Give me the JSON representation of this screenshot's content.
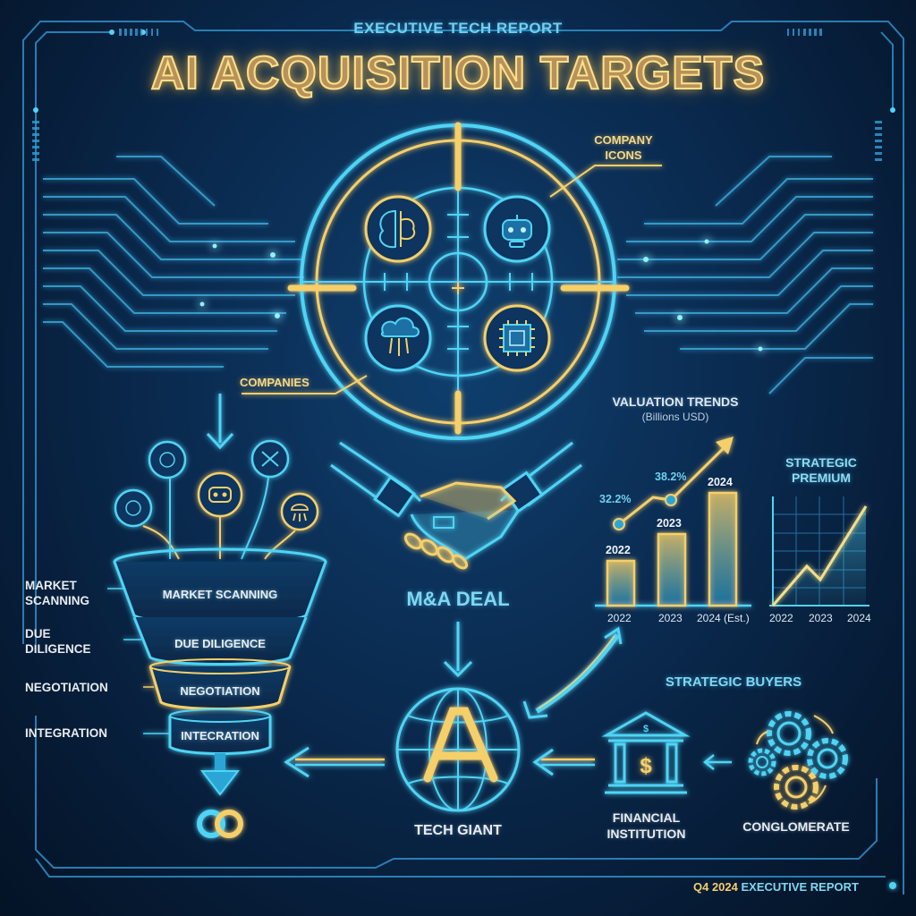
{
  "header": {
    "subtitle": "EXECUTIVE TECH REPORT",
    "title": "AI ACQUISITION TARGETS"
  },
  "target": {
    "callout_top": [
      "COMPANY",
      "ICONS"
    ],
    "callout_left": "COMPANIES",
    "icons": [
      "brain-gear-icon",
      "robot-icon",
      "cloud-network-icon",
      "chip-icon"
    ]
  },
  "funnel": {
    "input_icons": [
      "virus-icon",
      "neural-icon",
      "robot-icon",
      "tools-icon",
      "cloud-icon"
    ],
    "stages": [
      {
        "label": "MARKET SCANNING",
        "side_label": [
          "MARKET",
          "SCANNING"
        ]
      },
      {
        "label": "DUE DILIGENCE",
        "side_label": [
          "DUE",
          "DILIGENCE"
        ]
      },
      {
        "label": "NEGOTIATION",
        "side_label": [
          "NEGOTIATION"
        ]
      },
      {
        "label": "INTECRATION",
        "side_label": [
          "INTEGRATION"
        ]
      }
    ],
    "output_icon": "linked-rings-icon"
  },
  "deal": {
    "label": "M&A DEAL",
    "icon": "handshake-icon"
  },
  "tech_giant": {
    "label": "TECH GIANT",
    "icon": "globe-a-logo-icon"
  },
  "buyers": {
    "heading": "STRATEGIC BUYERS",
    "financial": [
      "FINANCIAL",
      "INSTITUTION"
    ],
    "conglomerate": "CONGLOMERATE"
  },
  "footer": {
    "period": "Q4 2024",
    "label": "EXECUTIVE REPORT"
  },
  "colors": {
    "background": "#0a2a4f",
    "cyan": "#4fd4f5",
    "gold": "#f5cf6a",
    "text": "#e8ecef"
  },
  "chart_data": [
    {
      "type": "bar",
      "title": "VALUATION TRENDS",
      "subtitle": "(Billions USD)",
      "categories": [
        "2022",
        "2023",
        "2024 (Est.)"
      ],
      "bar_labels": [
        "2022",
        "2023",
        "2024"
      ],
      "values": [
        50,
        75,
        125
      ],
      "overlay_line": {
        "points": [
          "2022",
          "2023",
          "2024"
        ],
        "annotations": [
          "32.2%",
          "38.2%"
        ]
      },
      "xlabel": "",
      "ylabel": "",
      "grid": false
    },
    {
      "type": "line",
      "title": "STRATEGIC PREMIUM",
      "x": [
        "2022",
        "2023",
        "2024"
      ],
      "values": [
        0,
        35,
        25,
        100
      ],
      "grid": true
    }
  ]
}
